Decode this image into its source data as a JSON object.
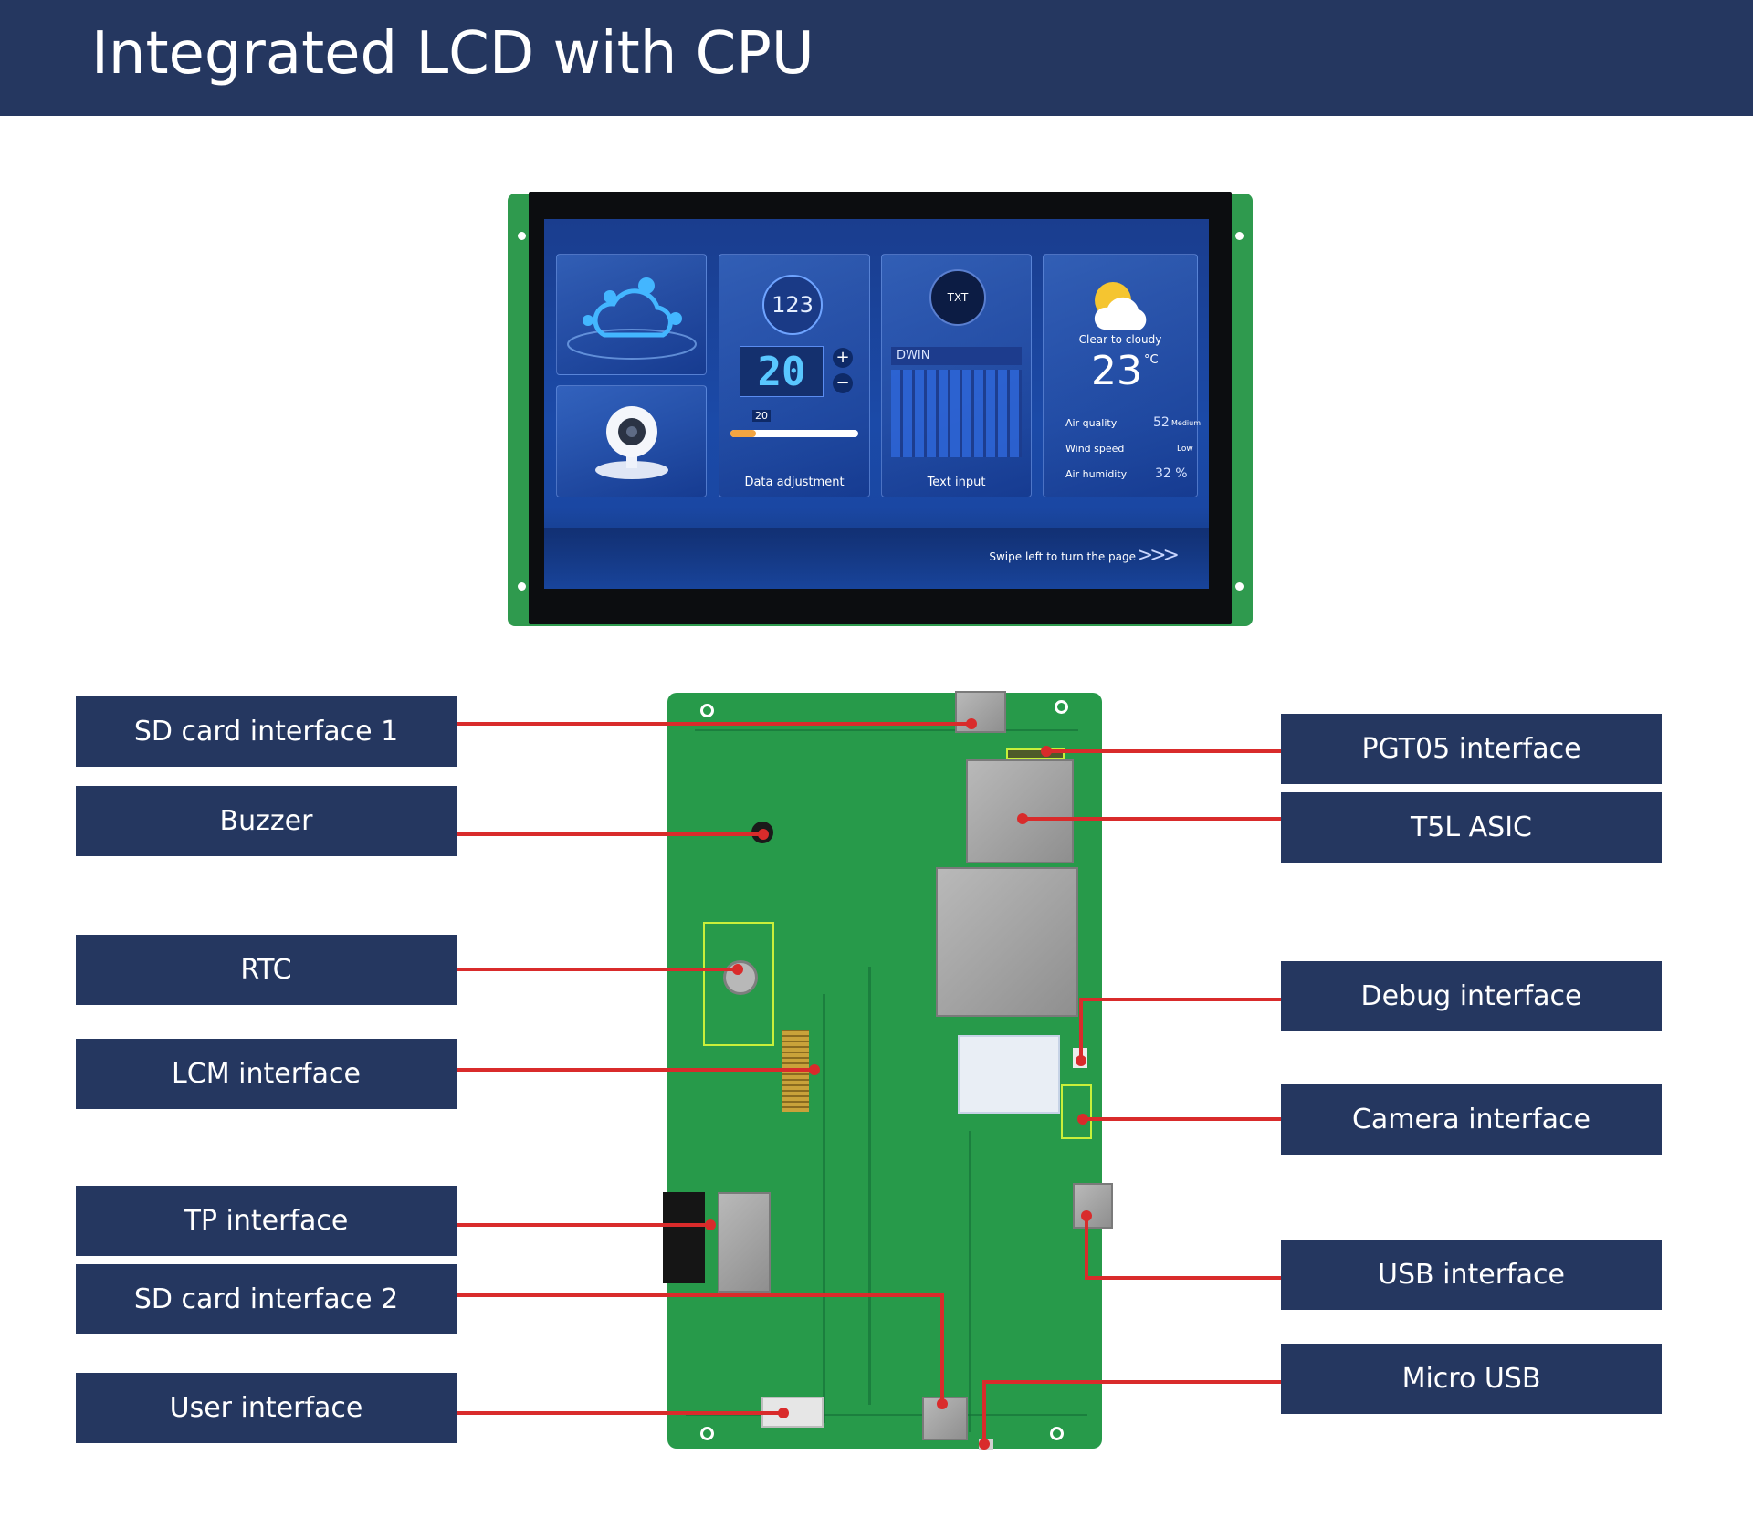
{
  "header": {
    "title": "Integrated LCD with CPU"
  },
  "screen": {
    "tiles": {
      "data_adjust": {
        "badge": "123",
        "value": "20",
        "plus": "+",
        "minus": "−",
        "slider_value": "20",
        "label": "Data adjustment"
      },
      "text_input": {
        "badge": "TXT",
        "field": "DWIN",
        "label": "Text input"
      },
      "weather": {
        "condition": "Clear to cloudy",
        "temp": "23",
        "unit": "°C",
        "rows": [
          {
            "name": "Air quality",
            "value": "52",
            "note": "Medium"
          },
          {
            "name": "Wind speed",
            "value": "",
            "note": "Low"
          },
          {
            "name": "Air humidity",
            "value": "32 %",
            "note": ""
          }
        ]
      }
    },
    "swipe": "Swipe left to turn the page",
    "swipe_arrows": ">>>"
  },
  "labels": {
    "left": [
      "SD card interface 1",
      "Buzzer",
      "RTC",
      "LCM interface",
      "TP interface",
      "SD card interface 2",
      "User interface"
    ],
    "right": [
      "PGT05 interface",
      "T5L ASIC",
      "Debug interface",
      "Camera interface",
      "USB interface",
      "Micro USB"
    ]
  },
  "colors": {
    "banner": "#253760",
    "pcb": "#279a4a",
    "leader": "#d92b2b",
    "highlight": "#c8f03a"
  }
}
